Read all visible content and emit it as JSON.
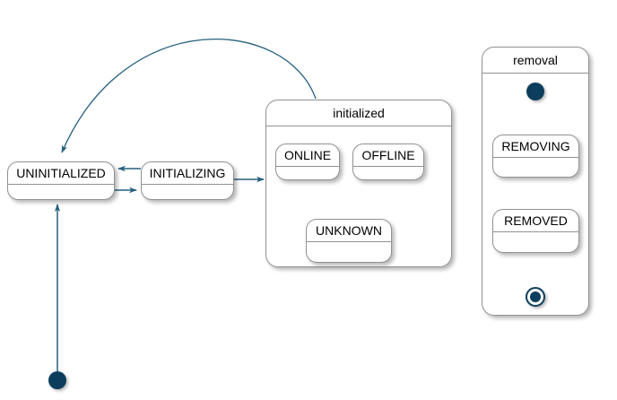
{
  "diagram": {
    "type": "uml-state-diagram",
    "title": "",
    "background_color": "#ffffff",
    "edge_color": "#25607f",
    "node_border_color": "#8f9294",
    "node_fill_color": "#ffffff",
    "pseudostate_color": "#0d3d5c",
    "text_color": "#000000"
  },
  "states": {
    "uninitialized": {
      "label": "UNINITIALIZED"
    },
    "initializing": {
      "label": "INITIALIZING"
    },
    "initialized": {
      "label": "initialized"
    },
    "online": {
      "label": "ONLINE"
    },
    "offline": {
      "label": "OFFLINE"
    },
    "unknown": {
      "label": "UNKNOWN"
    },
    "removal": {
      "label": "removal"
    },
    "removing": {
      "label": "REMOVING"
    },
    "removed": {
      "label": "REMOVED"
    }
  },
  "pseudostates": {
    "main_start": {
      "kind": "initial"
    },
    "removal_start": {
      "kind": "initial"
    },
    "removal_end": {
      "kind": "final"
    }
  },
  "transitions": [
    {
      "from": "main_start",
      "to": "uninitialized",
      "label": ""
    },
    {
      "from": "uninitialized",
      "to": "initializing",
      "label": ""
    },
    {
      "from": "initializing",
      "to": "uninitialized",
      "label": ""
    },
    {
      "from": "initializing",
      "to": "initialized",
      "label": ""
    },
    {
      "from": "initialized",
      "to": "uninitialized",
      "label": ""
    },
    {
      "from": "online",
      "to": "offline",
      "label": ""
    },
    {
      "from": "offline",
      "to": "online",
      "label": ""
    },
    {
      "from": "online",
      "to": "unknown",
      "label": ""
    },
    {
      "from": "unknown",
      "to": "online",
      "label": ""
    },
    {
      "from": "offline",
      "to": "unknown",
      "label": ""
    },
    {
      "from": "unknown",
      "to": "offline",
      "label": ""
    },
    {
      "from": "removal_start",
      "to": "removing",
      "label": ""
    },
    {
      "from": "removing",
      "to": "removed",
      "label": ""
    },
    {
      "from": "removed",
      "to": "removal_end",
      "label": ""
    }
  ]
}
